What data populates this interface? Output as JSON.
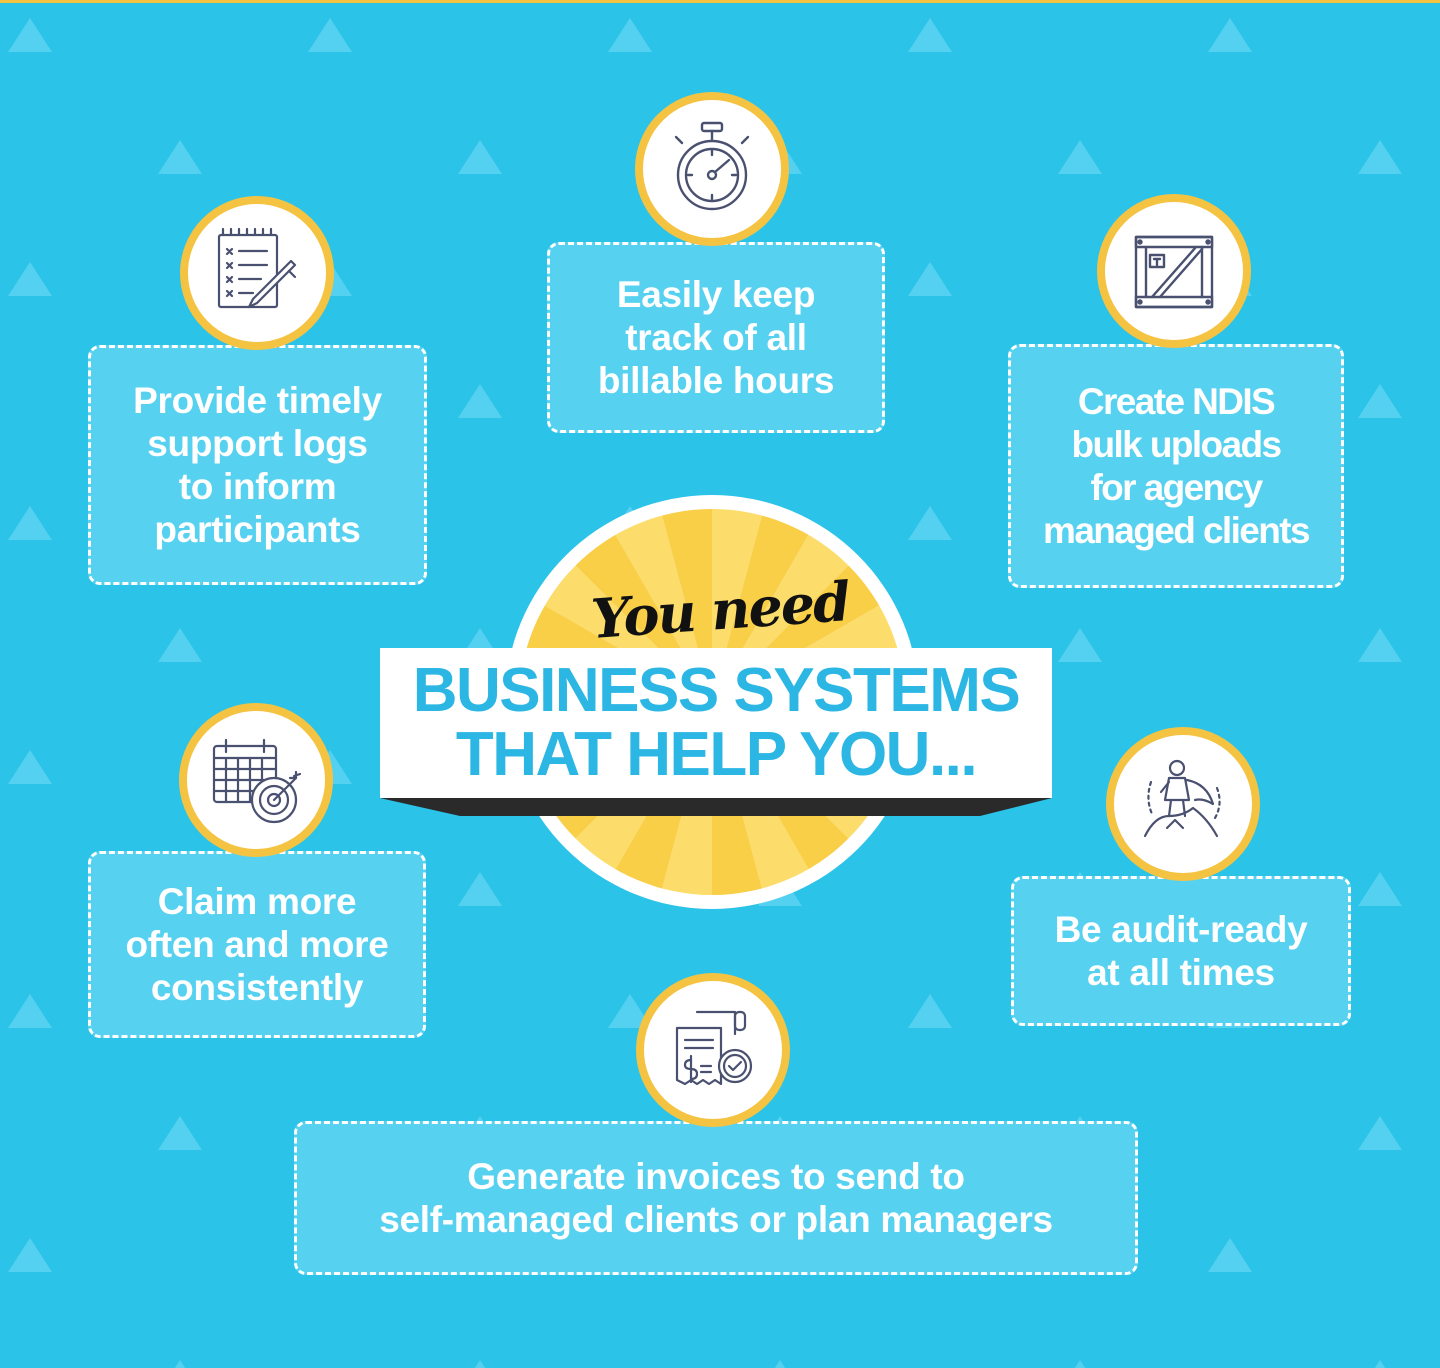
{
  "colors": {
    "background": "#2bc3e8",
    "card": "#57d1f0",
    "accent": "#f5c342",
    "headline": "#2bb6e3",
    "text": "#ffffff"
  },
  "center": {
    "tagline": "You need",
    "headline_line1": "BUSINESS SYSTEMS",
    "headline_line2": "THAT HELP YOU..."
  },
  "benefits": [
    {
      "icon": "checklist-pencil-icon",
      "text": "Provide timely\nsupport logs\nto inform\nparticipants"
    },
    {
      "icon": "stopwatch-icon",
      "text": "Easily keep\ntrack of all\nbillable hours"
    },
    {
      "icon": "crate-icon",
      "text": "Create NDIS\nbulk uploads\nfor agency\nmanaged clients"
    },
    {
      "icon": "calendar-target-icon",
      "text": "Claim more\noften and more\nconsistently"
    },
    {
      "icon": "hero-icon",
      "text": "Be audit-ready\nat all times"
    },
    {
      "icon": "invoice-check-icon",
      "text": "Generate invoices to send to\nself-managed clients or plan managers"
    }
  ]
}
